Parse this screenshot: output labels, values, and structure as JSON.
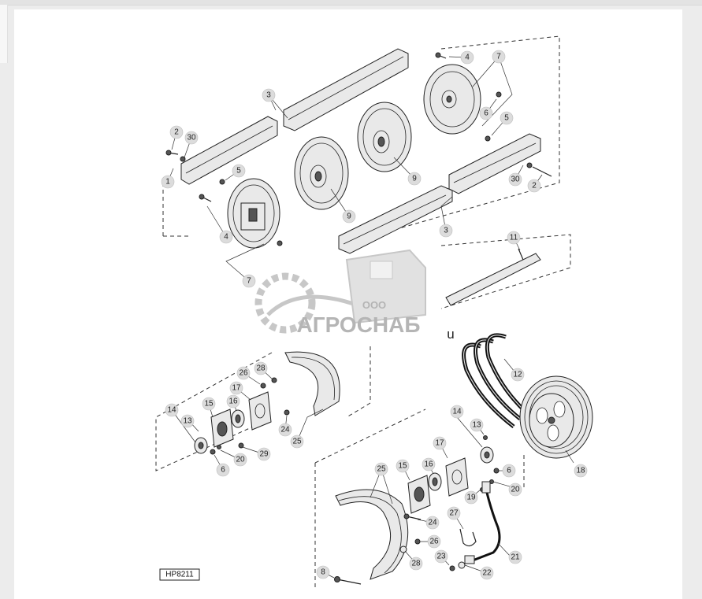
{
  "drawing_code": "HP8211",
  "watermark": {
    "company_prefix": "ООО",
    "company_name": "АГРОСНАБ"
  },
  "stray_mark": "u",
  "callouts": [
    "1",
    "2",
    "3",
    "4",
    "5",
    "6",
    "7",
    "8",
    "9",
    "11",
    "12",
    "13",
    "14",
    "15",
    "16",
    "17",
    "18",
    "19",
    "20",
    "21",
    "22",
    "23",
    "24",
    "25",
    "26",
    "27",
    "28",
    "29",
    "30"
  ],
  "colors": {
    "callout_fill": "#dcdcdc",
    "line": "#222222",
    "watermark": "#9a9a9a"
  }
}
